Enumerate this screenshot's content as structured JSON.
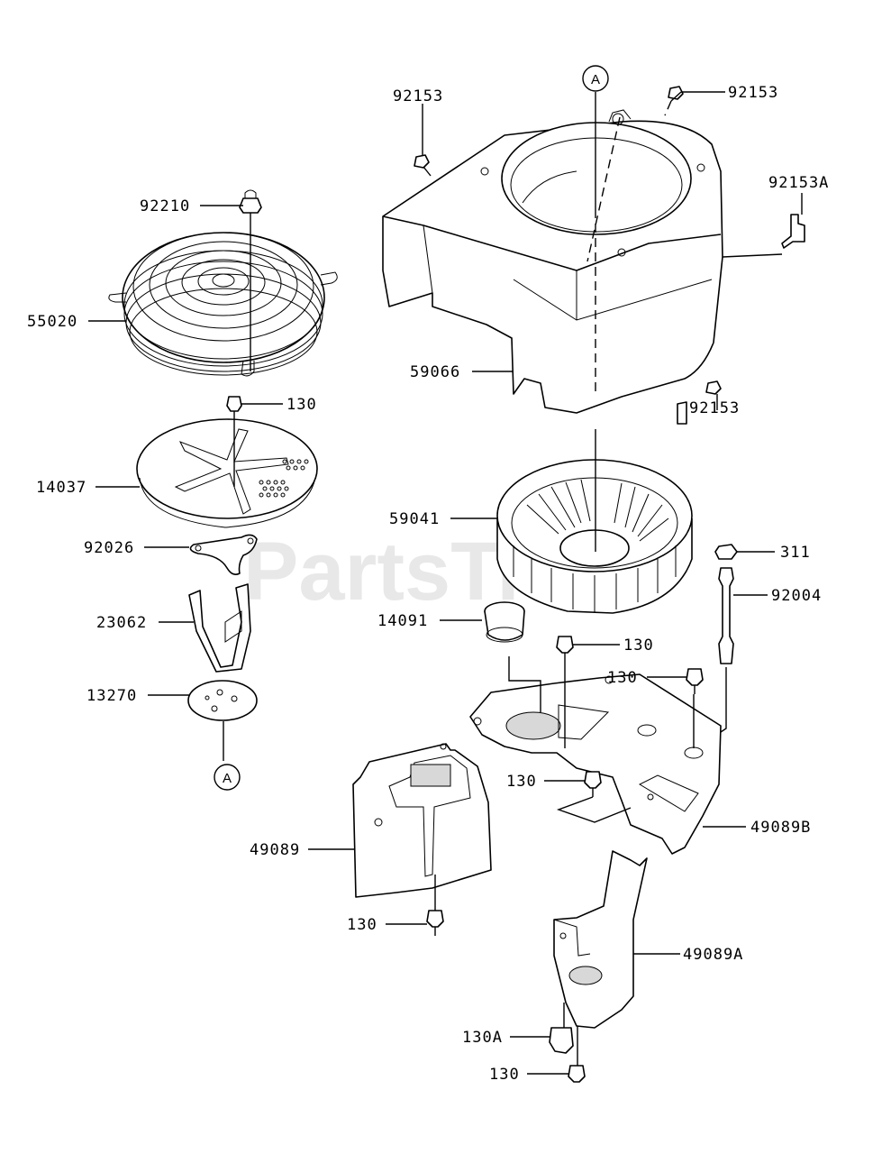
{
  "watermark": "PartsTree",
  "reference_marker": "A",
  "part_labels": {
    "p92153_top_left": "92153",
    "p92153_top_right": "92153",
    "p92153A": "92153A",
    "p92153_lower": "92153",
    "p92210": "92210",
    "p55020": "55020",
    "p59066": "59066",
    "p130_plate": "130",
    "p14037": "14037",
    "p59041": "59041",
    "p311": "311",
    "p92026": "92026",
    "p92004": "92004",
    "p23062": "23062",
    "p14091": "14091",
    "p130_a": "130",
    "p130_b": "130",
    "p13270": "13270",
    "p130_c": "130",
    "p49089B": "49089B",
    "p49089": "49089",
    "p130_d": "130",
    "p49089A": "49089A",
    "p130A": "130A",
    "p130_e": "130"
  },
  "colors": {
    "line": "#000000",
    "background": "#ffffff",
    "watermark": "#9a9a9a"
  }
}
